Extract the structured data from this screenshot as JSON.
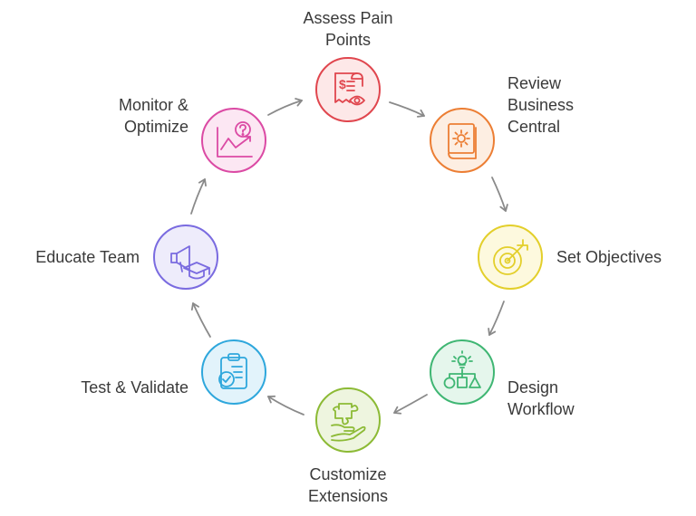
{
  "steps": [
    {
      "id": "assess",
      "label": [
        "Assess Pain",
        "Points"
      ],
      "icon": "receipt-eye-icon",
      "fill": "#fde8e8",
      "stroke": "#e0464e"
    },
    {
      "id": "review",
      "label": [
        "Review",
        "Business",
        "Central"
      ],
      "icon": "gear-book-icon",
      "fill": "#fdeee2",
      "stroke": "#ec7e34"
    },
    {
      "id": "objectives",
      "label": [
        "Set Objectives"
      ],
      "icon": "target-arrow-icon",
      "fill": "#fdf9de",
      "stroke": "#e3cf2b"
    },
    {
      "id": "design",
      "label": [
        "Design",
        "Workflow"
      ],
      "icon": "workflow-shapes-icon",
      "fill": "#e5f6ec",
      "stroke": "#3fb673"
    },
    {
      "id": "customize",
      "label": [
        "Customize",
        "Extensions"
      ],
      "icon": "puzzle-hand-icon",
      "fill": "#eef5df",
      "stroke": "#8cba35"
    },
    {
      "id": "test",
      "label": [
        "Test & Validate"
      ],
      "icon": "clipboard-check-icon",
      "fill": "#e2f3fb",
      "stroke": "#2ea7dc"
    },
    {
      "id": "educate",
      "label": [
        "Educate Team"
      ],
      "icon": "megaphone-cap-icon",
      "fill": "#eeecfb",
      "stroke": "#7a6be0"
    },
    {
      "id": "monitor",
      "label": [
        "Monitor &",
        "Optimize"
      ],
      "icon": "chart-question-icon",
      "fill": "#fce7f3",
      "stroke": "#db4aa4"
    }
  ],
  "colors": {
    "arrow": "#8a8a8a",
    "text": "#3a3a3a"
  }
}
